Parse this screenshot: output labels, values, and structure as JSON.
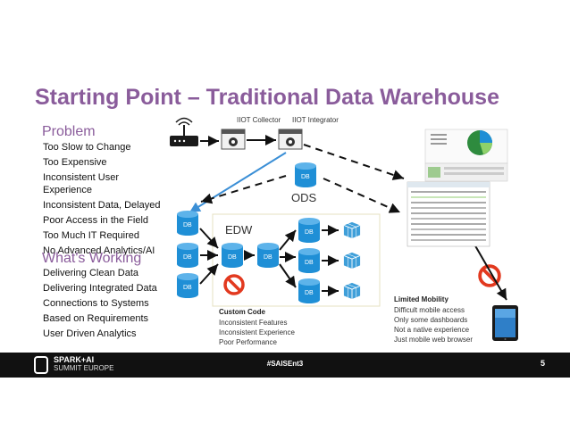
{
  "slide": {
    "title": "Starting Point – Traditional Data Warehouse",
    "problem_heading": "Problem",
    "problems": [
      "Too Slow to Change",
      "Too Expensive",
      "Inconsistent User",
      "Experience",
      "Inconsistent Data, Delayed",
      "Poor Access in the Field",
      "Too Much IT Required",
      "No Advanced Analytics/AI"
    ],
    "working_heading": "What's Working",
    "working": [
      "Delivering Clean Data",
      "Delivering Integrated Data",
      "Connections to Systems",
      "Based on Requirements",
      "User Driven Analytics"
    ]
  },
  "diagram": {
    "iiot_collector": "IIOT Collector",
    "iiot_integrator": "IIOT Integrator",
    "ods_label": "ODS",
    "edw_label": "EDW",
    "db_label": "DB",
    "custom_code": {
      "title": "Custom Code",
      "lines": [
        "Inconsistent Features",
        "Inconsistent Experience",
        "Poor Performance"
      ]
    },
    "limited_mobility": {
      "title": "Limited Mobility",
      "lines": [
        "Difficult mobile access",
        "Only some dashboards",
        "Not a native experience",
        "Just mobile web browser"
      ]
    }
  },
  "footer": {
    "logo_line1": "SPARK+AI",
    "logo_line2": "SUMMIT EUROPE",
    "hashtag": "#SAISEnt3",
    "page_number": "5"
  },
  "colors": {
    "title": "#8a5c9b",
    "db": "#1f8fd6",
    "cube": "#3f9fd9",
    "prohibit": "#e2391f",
    "blue_arrow": "#3b8fd6",
    "footer_bg": "#111111"
  }
}
